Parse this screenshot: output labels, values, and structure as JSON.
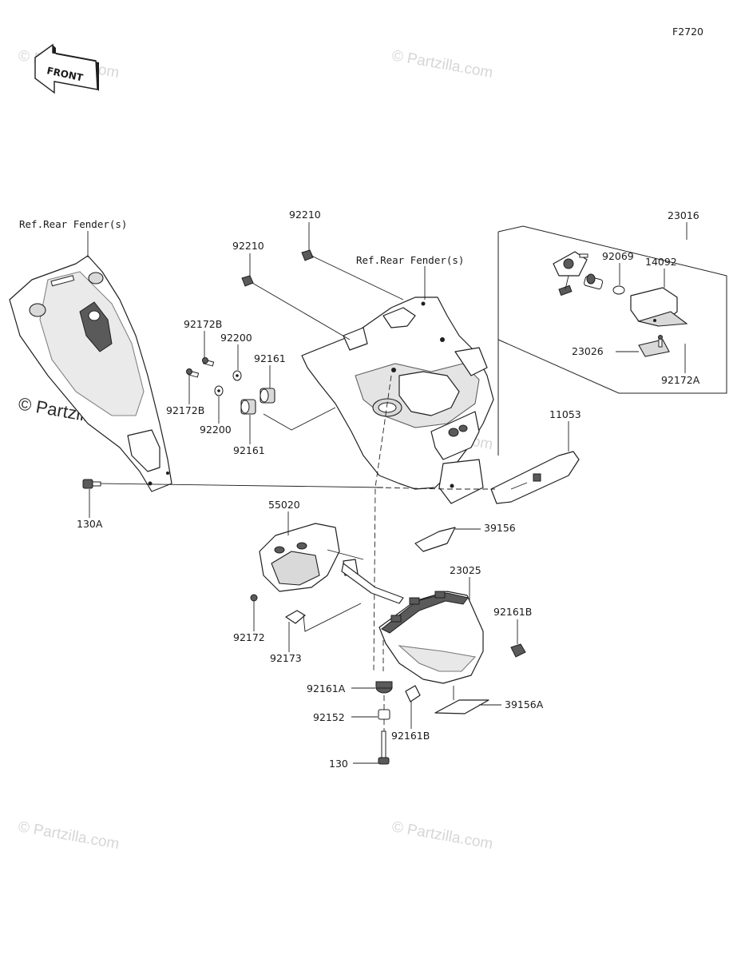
{
  "diagram": {
    "code": "F2720",
    "front_label": "FRONT",
    "watermark": "© Partzilla.com",
    "refs": {
      "rear_fender_left": "Ref.Rear Fender(s)",
      "rear_fender_right": "Ref.Rear Fender(s)"
    },
    "callouts": {
      "p92210_top": "92210",
      "p92210_mid": "92210",
      "p23016": "23016",
      "p92069": "92069",
      "p14092": "14092",
      "p23026": "23026",
      "p92172A": "92172A",
      "p92172B_top": "92172B",
      "p92200_top": "92200",
      "p92161_top": "92161",
      "p92172B_bot": "92172B",
      "p92200_bot": "92200",
      "p92161_bot": "92161",
      "p11053": "11053",
      "p130A": "130A",
      "p55020": "55020",
      "p39156": "39156",
      "p23025": "23025",
      "p92161B_right": "92161B",
      "p92172": "92172",
      "p92173": "92173",
      "p92161A": "92161A",
      "p39156A": "39156A",
      "p92152": "92152",
      "p92161B_bot": "92161B",
      "p130": "130"
    }
  }
}
